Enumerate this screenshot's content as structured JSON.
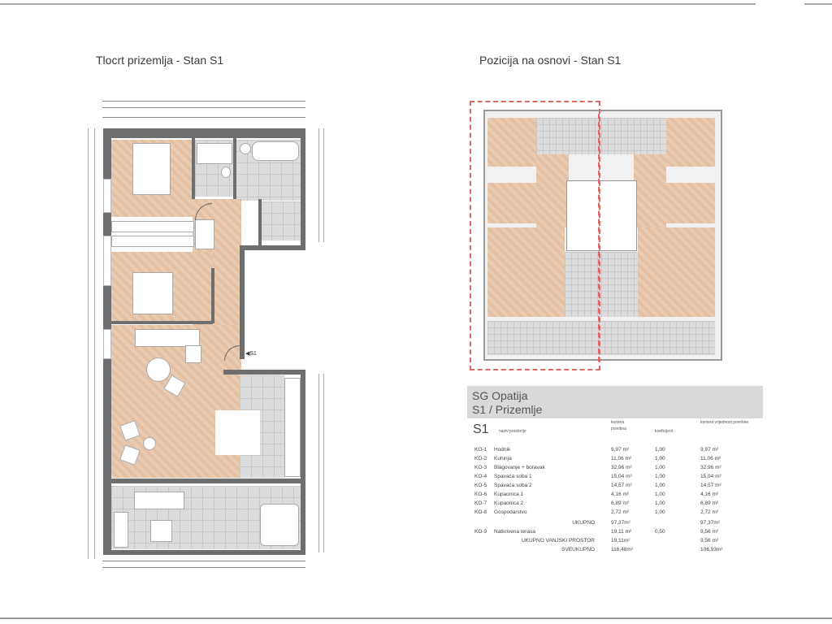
{
  "page": {
    "left_title": "Tlocrt prizemlja - Stan S1",
    "right_title": "Pozicija na osnovi - Stan S1",
    "entrance_label": "S1"
  },
  "summary": {
    "project": "SG Opatija",
    "unit_floor": "S1 / Prizemlje",
    "unit": "S1",
    "columns": {
      "name": "naziv prostorije",
      "area": "korisna površina",
      "coef": "koeficijent",
      "value": "korisna vrijednost površine"
    },
    "rows": [
      {
        "code": "KO-1",
        "name": "Hodnik",
        "area": "9,97 m²",
        "coef": "1,00",
        "value": "9,97 m²"
      },
      {
        "code": "KO-2",
        "name": "Kuhinja",
        "area": "11,06 m²",
        "coef": "1,00",
        "value": "11,06 m²"
      },
      {
        "code": "KO-3",
        "name": "Blagovanje + boravak",
        "area": "32,96 m²",
        "coef": "1,00",
        "value": "32,96 m²"
      },
      {
        "code": "KO-4",
        "name": "Spavaća soba 1",
        "area": "15,04 m²",
        "coef": "1,00",
        "value": "15,04 m²"
      },
      {
        "code": "KO-5",
        "name": "Spavaća soba 2",
        "area": "14,57 m²",
        "coef": "1,00",
        "value": "14,57 m²"
      },
      {
        "code": "KO-6",
        "name": "Kupaonica 1",
        "area": "4,16 m²",
        "coef": "1,00",
        "value": "4,16 m²"
      },
      {
        "code": "KO-7",
        "name": "Kupaonica 2",
        "area": "6,89 m²",
        "coef": "1,00",
        "value": "6,89 m²"
      },
      {
        "code": "KO-8",
        "name": "Gospodarstvo",
        "area": "2,72 m²",
        "coef": "1,00",
        "value": "2,72 m²"
      }
    ],
    "ukupno": {
      "label": "UKUPNO",
      "area": "97,37m²",
      "value": "97,37m²"
    },
    "terrace": {
      "code": "KO-9",
      "name": "Natkrivena terasa",
      "area": "19,11 m²",
      "coef": "0,50",
      "value": "9,56 m²"
    },
    "outdoor_total": {
      "label": "UKUPNO VANJSKI PROSTOR",
      "area": "19,11m²",
      "value": "9,56 m²"
    },
    "grand_total": {
      "label": "SVEUKUPNO",
      "area": "116,48m²",
      "value": "106,93m²"
    }
  }
}
